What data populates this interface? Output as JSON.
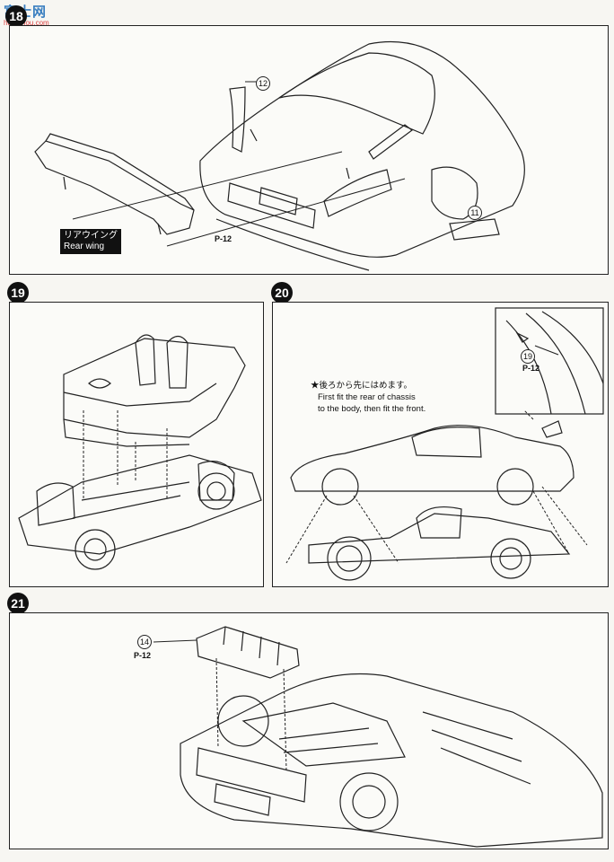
{
  "watermark": {
    "site": "富士网",
    "url": "hao-shou.com"
  },
  "steps": [
    {
      "number": "18"
    },
    {
      "number": "19"
    },
    {
      "number": "20"
    },
    {
      "number": "21"
    }
  ],
  "step18": {
    "rear_wing_jp": "リアウイング",
    "rear_wing_en": "Rear wing",
    "part_12": "12",
    "part_11": "11",
    "sprue_ref": "P-12"
  },
  "step20": {
    "note_jp": "★後ろから先にはめます。",
    "note_en_1": "First fit the rear of chassis",
    "note_en_2": "to the body, then fit the front.",
    "part_19": "19",
    "sprue_ref": "P-12"
  },
  "step21": {
    "part_14": "14",
    "sprue_ref": "P-12"
  }
}
